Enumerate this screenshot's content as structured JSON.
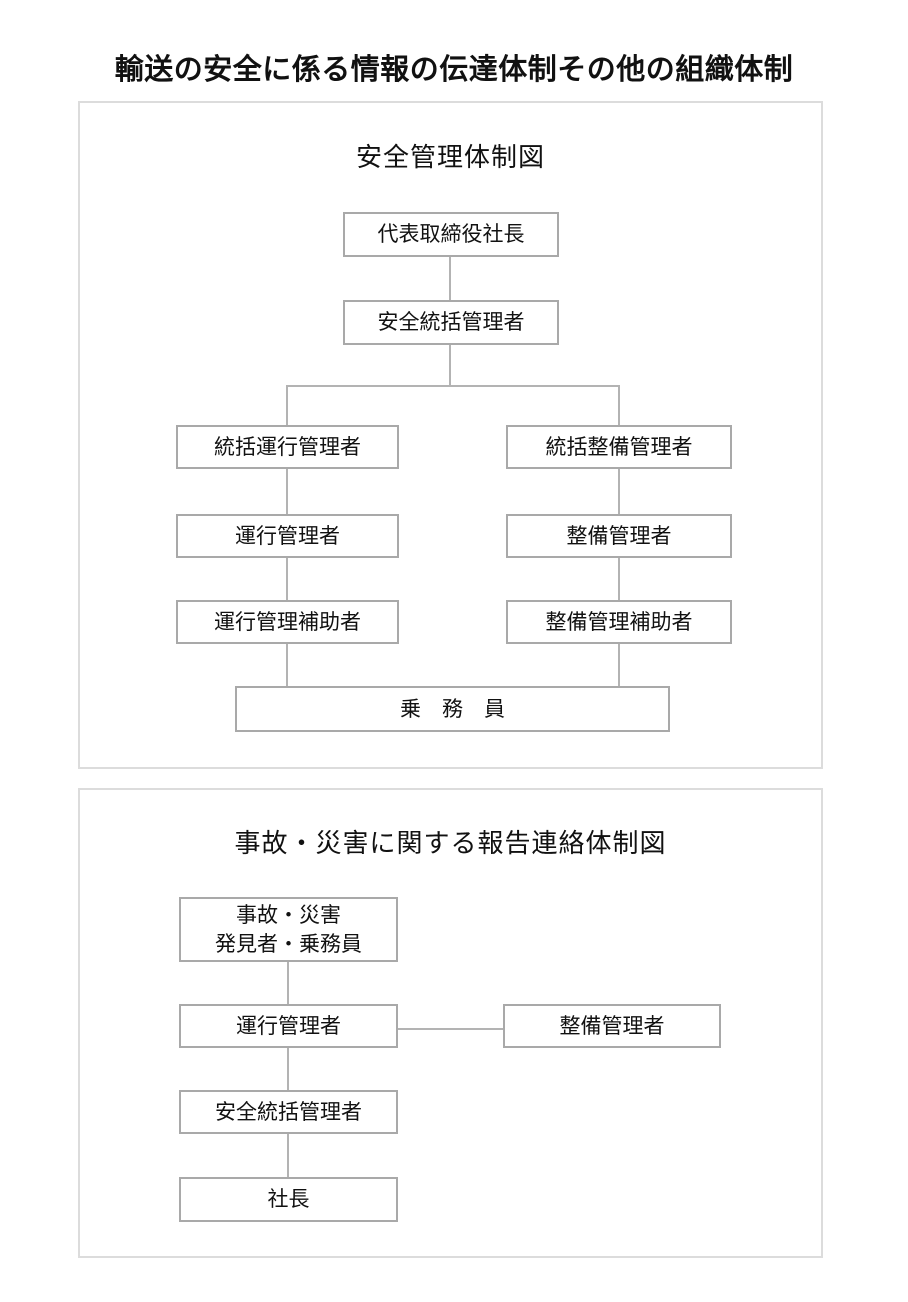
{
  "page": {
    "title": "輸送の安全に係る情報の伝達体制その他の組織体制"
  },
  "colors": {
    "background": "#ffffff",
    "panel_border": "#dcdcdc",
    "node_border": "#a9a9a9",
    "connector": "#b3b3b3",
    "text": "#111111"
  },
  "safety_chart": {
    "title": "安全管理体制図",
    "nodes": {
      "president": "代表取締役社長",
      "safety_general_manager": "安全統括管理者",
      "chief_operation_manager": "統括運行管理者",
      "chief_maintenance_manager": "統括整備管理者",
      "operation_manager": "運行管理者",
      "maintenance_manager": "整備管理者",
      "operation_manager_assistant": "運行管理補助者",
      "maintenance_manager_assistant": "整備管理補助者",
      "crew": "乗　務　員"
    }
  },
  "report_chart": {
    "title": "事故・災害に関する報告連絡体制図",
    "nodes": {
      "discoverer_line1": "事故・災害",
      "discoverer_line2": "発見者・乗務員",
      "operation_manager": "運行管理者",
      "maintenance_manager": "整備管理者",
      "safety_general_manager": "安全統括管理者",
      "president": "社長"
    }
  }
}
